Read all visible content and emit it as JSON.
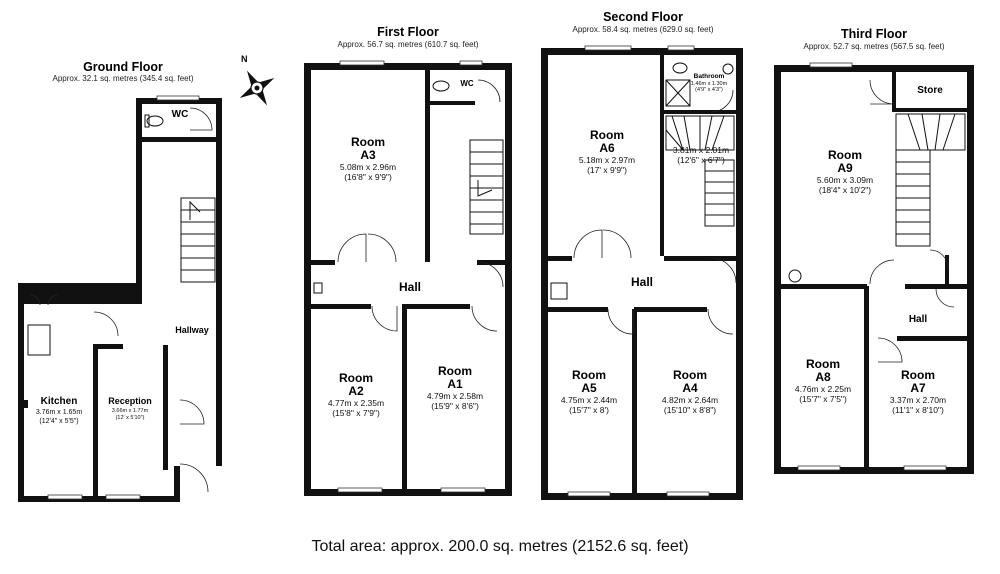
{
  "total_area": "Total area: approx. 200.0 sq. metres (2152.6 sq. feet)",
  "compass_label": "N",
  "floors": {
    "ground": {
      "title": "Ground Floor",
      "area": "Approx. 32.1 sq. metres (345.4 sq. feet)",
      "rooms": {
        "wc": "WC",
        "hallway": "Hallway",
        "kitchen": {
          "name": "Kitchen",
          "dims_m": "3.76m x 1.65m",
          "dims_ft": "(12'4\" x 5'5\")"
        },
        "reception": {
          "name": "Reception",
          "dims_m": "3.66m x 1.77m",
          "dims_ft": "(12' x 5'10\")"
        }
      }
    },
    "first": {
      "title": "First Floor",
      "area": "Approx. 56.7 sq. metres (610.7 sq. feet)",
      "rooms": {
        "wc": "WC",
        "hall": "Hall",
        "a3": {
          "name": "Room",
          "id": "A3",
          "dims_m": "5.08m x 2.96m",
          "dims_ft": "(16'8\" x 9'9\")"
        },
        "a2": {
          "name": "Room",
          "id": "A2",
          "dims_m": "4.77m x 2.35m",
          "dims_ft": "(15'8\" x 7'9\")"
        },
        "a1": {
          "name": "Room",
          "id": "A1",
          "dims_m": "4.79m x 2.58m",
          "dims_ft": "(15'9\" x 8'6\")"
        }
      }
    },
    "second": {
      "title": "Second Floor",
      "area": "Approx. 58.4 sq. metres (629.0 sq. feet)",
      "rooms": {
        "bathroom": {
          "name": "Bathroom",
          "dims_m": "1.46m x 1.30m",
          "dims_ft": "(4'9\" x 4'3\")"
        },
        "landing": {
          "dims_m": "3.81m x 2.01m",
          "dims_ft": "(12'6\" x 6'7\")"
        },
        "hall": "Hall",
        "a6": {
          "name": "Room",
          "id": "A6",
          "dims_m": "5.18m x 2.97m",
          "dims_ft": "(17' x 9'9\")"
        },
        "a5": {
          "name": "Room",
          "id": "A5",
          "dims_m": "4.75m x 2.44m",
          "dims_ft": "(15'7\" x 8')"
        },
        "a4": {
          "name": "Room",
          "id": "A4",
          "dims_m": "4.82m x 2.64m",
          "dims_ft": "(15'10\" x 8'8\")"
        }
      }
    },
    "third": {
      "title": "Third Floor",
      "area": "Approx. 52.7 sq. metres (567.5 sq. feet)",
      "rooms": {
        "store": "Store",
        "hall": "Hall",
        "a9": {
          "name": "Room",
          "id": "A9",
          "dims_m": "5.60m x 3.09m",
          "dims_ft": "(18'4\" x 10'2\")"
        },
        "a8": {
          "name": "Room",
          "id": "A8",
          "dims_m": "4.76m x 2.25m",
          "dims_ft": "(15'7\" x 7'5\")"
        },
        "a7": {
          "name": "Room",
          "id": "A7",
          "dims_m": "3.37m x 2.70m",
          "dims_ft": "(11'1\" x 8'10\")"
        }
      }
    }
  }
}
